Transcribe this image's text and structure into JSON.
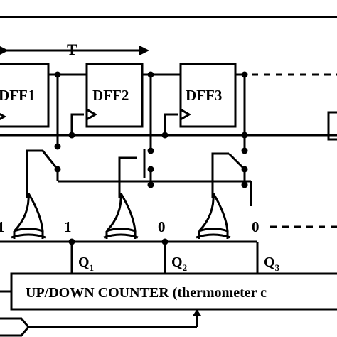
{
  "period_label": "T",
  "flip_flops": [
    {
      "label": "DFF1"
    },
    {
      "label": "DFF2"
    },
    {
      "label": "DFF3"
    }
  ],
  "xor_outputs": [
    "1",
    "1",
    "0",
    "0"
  ],
  "counter_outputs": [
    {
      "main": "Q",
      "sub": "1"
    },
    {
      "main": "Q",
      "sub": "2"
    },
    {
      "main": "Q",
      "sub": "3"
    }
  ],
  "counter_label": "UP/DOWN COUNTER (thermometer c"
}
